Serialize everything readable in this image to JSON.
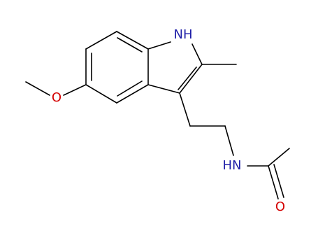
{
  "molecule": {
    "atom_labels": {
      "indole_nh": "NH",
      "amide_nh": "HN",
      "methoxy_oxygen": "O",
      "carbonyl_oxygen": "O"
    },
    "colors": {
      "nitrogen": "#1f1fa8",
      "oxygen": "#d40000",
      "bond": "#000000",
      "background": "#ffffff"
    }
  }
}
